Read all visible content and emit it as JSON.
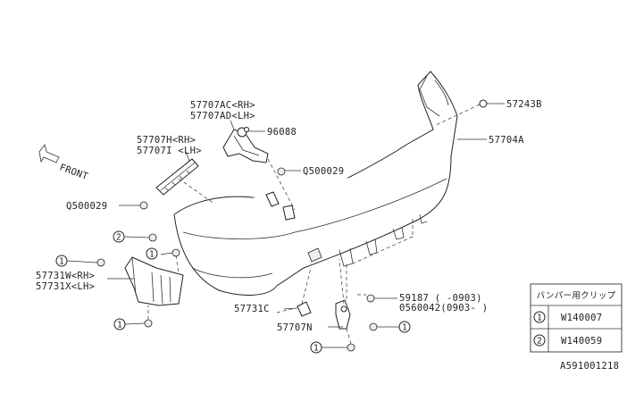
{
  "labels": {
    "p57243B": "57243B",
    "p57704A": "57704A",
    "p57707AC": "57707AC<RH>",
    "p57707AD": "57707AD<LH>",
    "p96088": "96088",
    "p57707H": "57707H<RH>",
    "p57707I": "57707I <LH>",
    "p0500029a": "Q500029",
    "p0500029b": "Q500029",
    "front": "FRONT",
    "p57731W": "57731W<RH>",
    "p57731X": "57731X<LH>",
    "p57731C": "57731C",
    "p57707N": "57707N",
    "p59187": "59187  (   -0903)",
    "p0560042": "0560042(0903-   )",
    "diagram_id": "A591001218"
  },
  "callouts": {
    "c1": "1",
    "c2": "2"
  },
  "clip_table": {
    "header": "バンパー用クリップ",
    "rows": [
      {
        "key": "1",
        "part": "W140007"
      },
      {
        "key": "2",
        "part": "W140059"
      }
    ]
  }
}
